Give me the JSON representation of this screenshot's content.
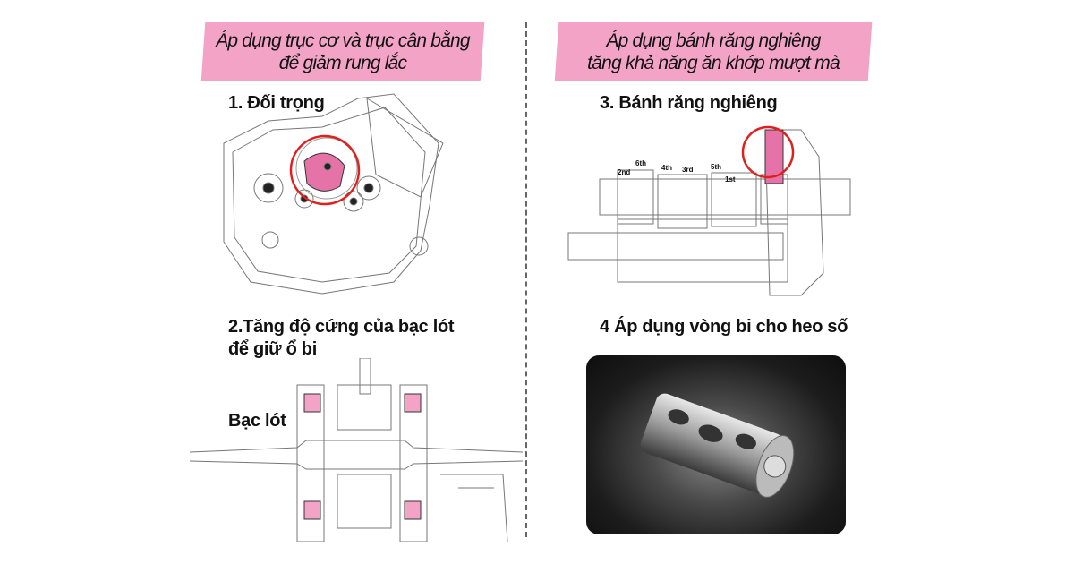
{
  "left": {
    "banner": [
      "Áp dụng trục cơ và trục cân bằng",
      "để giảm rung lắc"
    ],
    "section1_title": "1. Đối trọng",
    "section2_title": [
      "2.Tăng độ cứng của bạc lót",
      "để giữ ổ bi"
    ],
    "bushing_label": "Bạc lót"
  },
  "right": {
    "banner": [
      "Áp dụng bánh răng nghiêng",
      "tăng khả năng ăn khớp mượt mà"
    ],
    "section3_title": "3. Bánh răng nghiêng",
    "gear_labels": [
      "2nd",
      "6th",
      "4th",
      "3rd",
      "5th",
      "1st"
    ],
    "section4_title": "4 Áp dụng vòng bi cho heo số"
  },
  "colors": {
    "accent_pink": "#f3a3c6",
    "highlight_red": "#e0201c"
  }
}
